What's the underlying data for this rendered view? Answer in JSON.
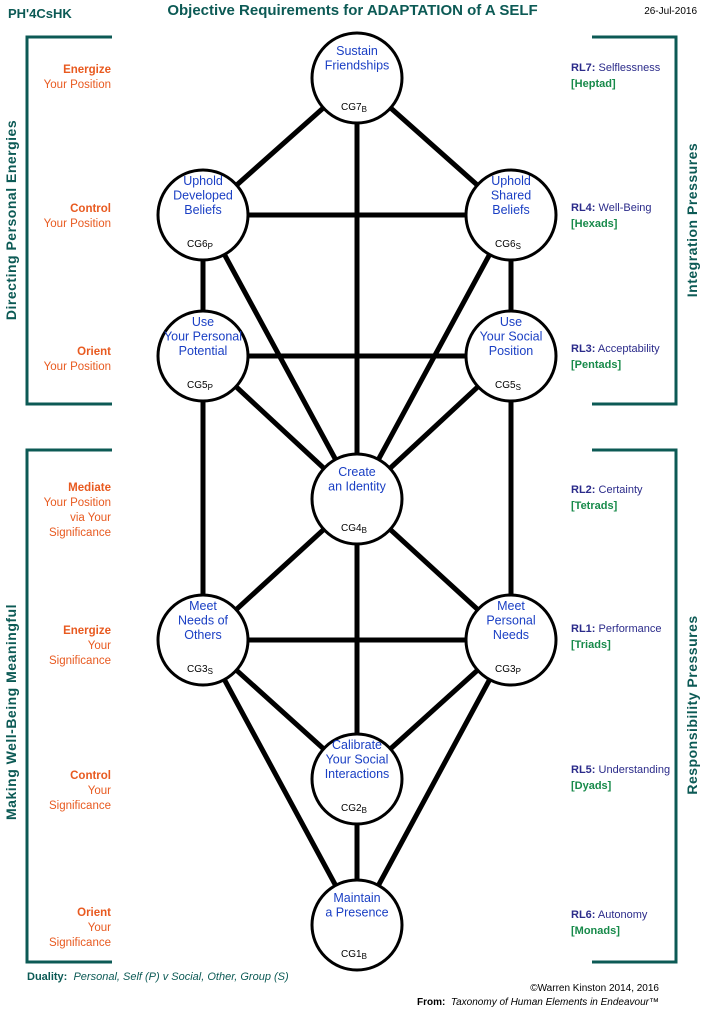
{
  "header": {
    "code": "PH'4CsHK",
    "title": "Objective Requirements for ADAPTATION of A SELF",
    "date": "26-Jul-2016"
  },
  "left_side": {
    "top_title": "Directing  Personal  Energies",
    "bottom_title": "Making  Well-Being  Meaningful",
    "labels": [
      {
        "head": "Energize",
        "lines": [
          "Your Position"
        ]
      },
      {
        "head": "Control",
        "lines": [
          "Your Position"
        ]
      },
      {
        "head": "Orient",
        "lines": [
          "Your Position"
        ]
      },
      {
        "head": "Mediate",
        "lines": [
          "Your Position",
          "via Your",
          "Significance"
        ]
      },
      {
        "head": "Energize",
        "lines": [
          "Your",
          "Significance"
        ]
      },
      {
        "head": "Control",
        "lines": [
          "Your",
          "Significance"
        ]
      },
      {
        "head": "Orient",
        "lines": [
          "Your",
          "Significance"
        ]
      }
    ]
  },
  "right_side": {
    "top_title": "Integration  Pressures",
    "bottom_title": "Responsibility  Pressures",
    "levels": [
      {
        "code": "RL7:",
        "name": "Selflessness",
        "group": "[Heptad]"
      },
      {
        "code": "RL4:",
        "name": "Well-Being",
        "group": "[Hexads]"
      },
      {
        "code": "RL3:",
        "name": "Acceptability",
        "group": "[Pentads]"
      },
      {
        "code": "RL2:",
        "name": "Certainty",
        "group": "[Tetrads]"
      },
      {
        "code": "RL1:",
        "name": "Performance",
        "group": "[Triads]"
      },
      {
        "code": "RL5:",
        "name": "Understanding",
        "group": "[Dyads]"
      },
      {
        "code": "RL6:",
        "name": "Autonomy",
        "group": "[Monads]"
      }
    ]
  },
  "nodes": [
    {
      "id": "cg7",
      "lines": [
        "Sustain",
        "Friendships"
      ],
      "code": "CG7",
      "sub": "B"
    },
    {
      "id": "cg6p",
      "lines": [
        "Uphold",
        "Developed",
        "Beliefs"
      ],
      "code": "CG6",
      "sub": "P"
    },
    {
      "id": "cg6s",
      "lines": [
        "Uphold",
        "Shared",
        "Beliefs"
      ],
      "code": "CG6",
      "sub": "S"
    },
    {
      "id": "cg5p",
      "lines": [
        "Use",
        "Your Personal",
        "Potential"
      ],
      "code": "CG5",
      "sub": "P"
    },
    {
      "id": "cg5s",
      "lines": [
        "Use",
        "Your Social",
        "Position"
      ],
      "code": "CG5",
      "sub": "S"
    },
    {
      "id": "cg4",
      "lines": [
        "Create",
        "an Identity"
      ],
      "code": "CG4",
      "sub": "B"
    },
    {
      "id": "cg3s",
      "lines": [
        "Meet",
        "Needs of",
        "Others"
      ],
      "code": "CG3",
      "sub": "S"
    },
    {
      "id": "cg3p",
      "lines": [
        "Meet",
        "Personal",
        "Needs"
      ],
      "code": "CG3",
      "sub": "P"
    },
    {
      "id": "cg2",
      "lines": [
        "Calibrate",
        "Your Social",
        "Interactions"
      ],
      "code": "CG2",
      "sub": "B"
    },
    {
      "id": "cg1",
      "lines": [
        "Maintain",
        "a Presence"
      ],
      "code": "CG1",
      "sub": "B"
    }
  ],
  "edges": [
    [
      "cg7",
      "cg6p"
    ],
    [
      "cg7",
      "cg6s"
    ],
    [
      "cg7",
      "cg4"
    ],
    [
      "cg6p",
      "cg6s"
    ],
    [
      "cg6p",
      "cg5p"
    ],
    [
      "cg6p",
      "cg4"
    ],
    [
      "cg6s",
      "cg5s"
    ],
    [
      "cg6s",
      "cg4"
    ],
    [
      "cg5p",
      "cg5s"
    ],
    [
      "cg5p",
      "cg4"
    ],
    [
      "cg5p",
      "cg3s"
    ],
    [
      "cg5s",
      "cg4"
    ],
    [
      "cg5s",
      "cg3p"
    ],
    [
      "cg4",
      "cg3s"
    ],
    [
      "cg4",
      "cg3p"
    ],
    [
      "cg4",
      "cg2"
    ],
    [
      "cg3s",
      "cg3p"
    ],
    [
      "cg3s",
      "cg2"
    ],
    [
      "cg3s",
      "cg1"
    ],
    [
      "cg3p",
      "cg2"
    ],
    [
      "cg3p",
      "cg1"
    ],
    [
      "cg2",
      "cg1"
    ]
  ],
  "footer": {
    "duality_label": "Duality:",
    "duality_text": "Personal, Self (P) v Social, Other, Group (S)",
    "copyright": "©Warren Kinston 2014, 2016",
    "from_label": "From:",
    "from_text": "Taxonomy of Human Elements in Endeavour™"
  }
}
